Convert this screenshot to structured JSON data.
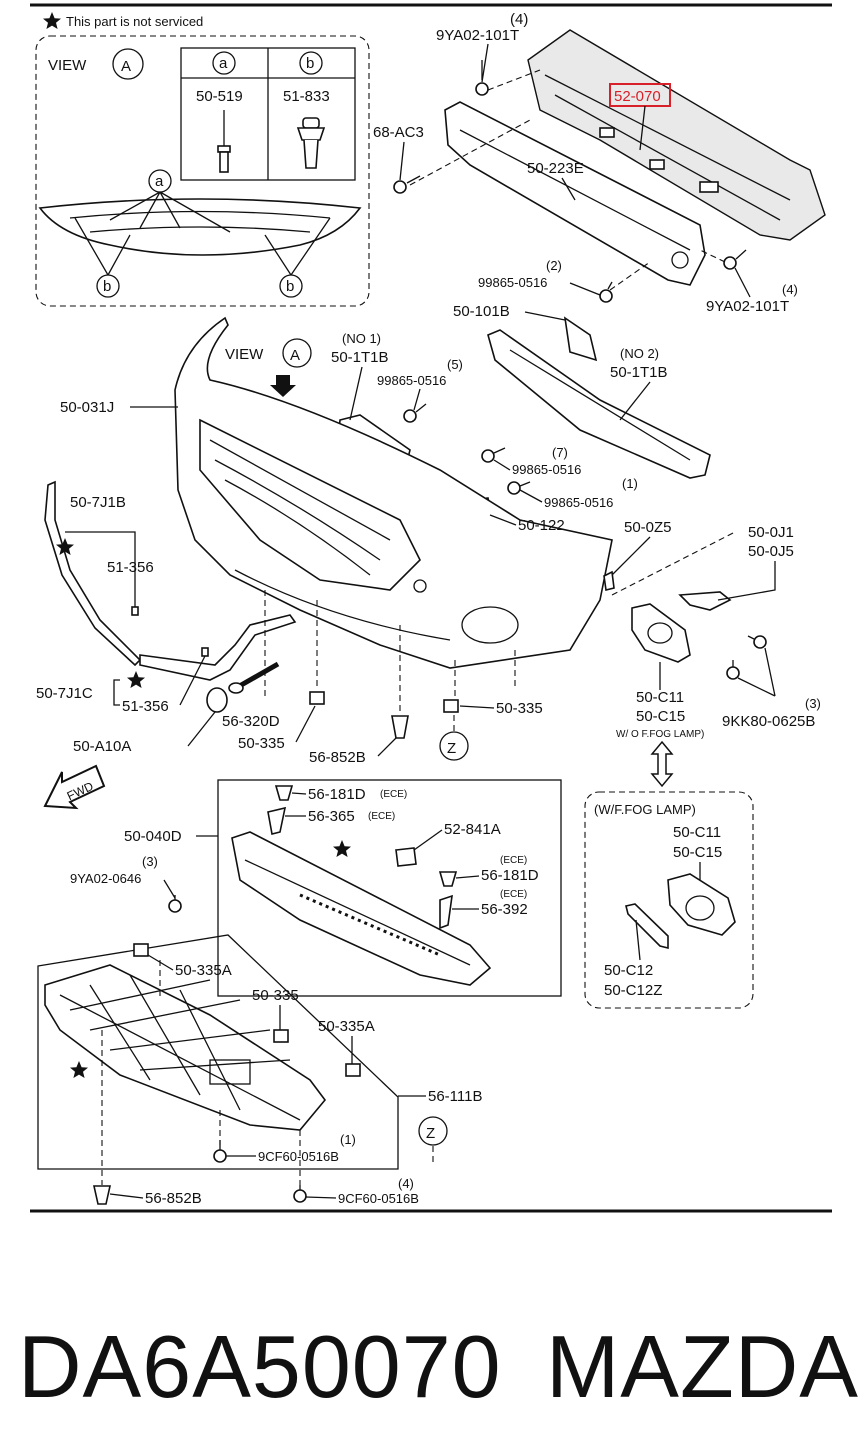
{
  "header": {
    "note": "This part is not serviced"
  },
  "inset_view_a": {
    "title": "VIEW",
    "view_letter": "A",
    "col_a": {
      "letter": "a",
      "part": "50-519"
    },
    "col_b": {
      "letter": "b",
      "part": "51-833"
    },
    "callout_a": "a",
    "callout_b": "b"
  },
  "labels": {
    "p_9ya02_top": "9YA02-101T",
    "p_9ya02_top_qty": "(4)",
    "p_52070": "52-070",
    "p_68ac3": "68-AC3",
    "p_50223e": "50-223E",
    "p_99865_top": "99865-0516",
    "p_99865_top_qty": "(2)",
    "p_9ya02_right": "9YA02-101T",
    "p_9ya02_right_qty": "(4)",
    "p_50101b": "50-101B",
    "p_no1": "(NO 1)",
    "p_501t1b_1": "50-1T1B",
    "p_99865_5": "99865-0516",
    "p_99865_5_qty": "(5)",
    "p_no2": "(NO 2)",
    "p_501t1b_2": "50-1T1B",
    "view_a_label": "VIEW",
    "view_a_letter": "A",
    "p_50031j": "50-031J",
    "p_99865_7": "99865-0516",
    "p_99865_7_qty": "(7)",
    "p_99865_1": "99865-0516",
    "p_99865_1_qty": "(1)",
    "p_507j1b": "50-7J1B",
    "p_51356_a": "51-356",
    "p_50122": "50-122",
    "p_500z5": "50-0Z5",
    "p_500j1": "50-0J1",
    "p_500j5": "50-0J5",
    "p_507j1c": "50-7J1C",
    "p_51356_b": "51-356",
    "p_56320d": "56-320D",
    "p_50335_a": "50-335",
    "p_50335_b": "50-335",
    "p_50a10a": "50-A10A",
    "p_56852b_a": "56-852B",
    "p_z_a": "Z",
    "p_50c11_a": "50-C11",
    "p_50c15_a": "50-C15",
    "p_wo_fog": "W/ O F.FOG LAMP)",
    "p_9kk80": "9KK80-0625B",
    "p_9kk80_qty": "(3)",
    "p_fwd": "FWD",
    "p_50040d": "50-040D",
    "p_56181d_a": "56-181D",
    "p_ece_1": "(ECE)",
    "p_56365": "56-365",
    "p_ece_2": "(ECE)",
    "p_52841a": "52-841A",
    "p_ece_3": "(ECE)",
    "p_56181d_b": "56-181D",
    "p_ece_4": "(ECE)",
    "p_56392": "56-392",
    "p_9ya02_0646": "9YA02-0646",
    "p_9ya02_0646_qty": "(3)",
    "p_wf_fog": "(W/F.FOG LAMP)",
    "p_50c11_b": "50-C11",
    "p_50c15_b": "50-C15",
    "p_50c12": "50-C12",
    "p_50c12z": "50-C12Z",
    "p_50335a_a": "50-335A",
    "p_50335_c": "50-335",
    "p_50335a_b": "50-335A",
    "p_56111b": "56-111B",
    "p_z_b": "Z",
    "p_9cf60_a": "9CF60-0516B",
    "p_9cf60_a_qty": "(1)",
    "p_56852b_b": "56-852B",
    "p_9cf60_b": "9CF60-0516B",
    "p_9cf60_b_qty": "(4)"
  },
  "footer": {
    "part_number": "DA6A50070",
    "brand": "MAZDA"
  },
  "colors": {
    "line": "#111111",
    "highlight": "#d8202a",
    "background": "#ffffff"
  },
  "icons": [
    "star-icon",
    "fwd-arrow-icon",
    "double-arrow-icon"
  ]
}
